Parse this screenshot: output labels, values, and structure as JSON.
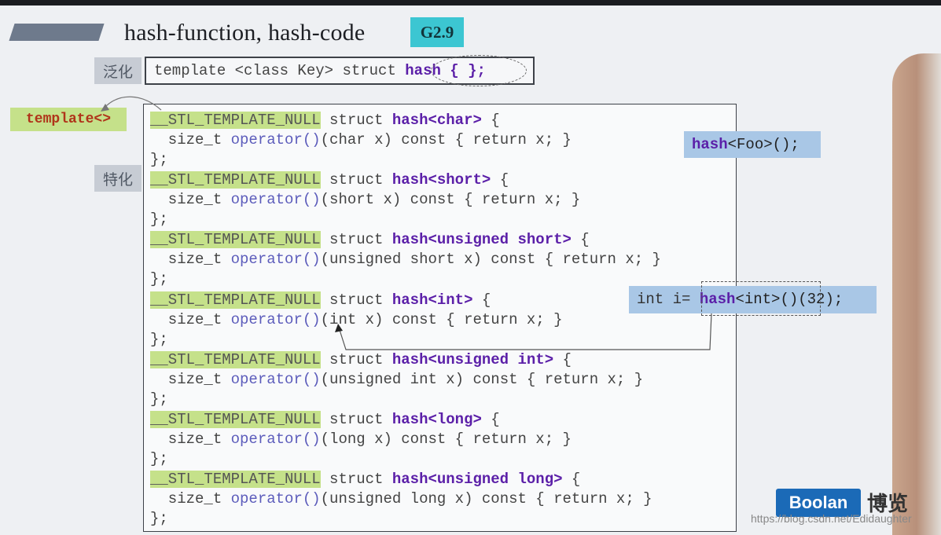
{
  "header": {
    "title": "hash-function, hash-code",
    "badge": "G2.9"
  },
  "labels": {
    "generalization": "泛化",
    "specialization": "特化",
    "template_tag": "template<>"
  },
  "primary_template": {
    "prefix": "template <class Key> struct ",
    "hash_kw": "hash",
    "suffix": " { };"
  },
  "code": {
    "null_macro": "__STL_TEMPLATE_NULL",
    "struct_kw": " struct ",
    "hash_kw": "hash",
    "size_t": "  size_t ",
    "operator_kw": "operator()",
    "close": "};",
    "specializations": [
      {
        "type_decl": "<char>",
        "brace": " {",
        "params": "(char x) const { return x; }"
      },
      {
        "type_decl": "<short>",
        "brace": " {",
        "params": "(short x) const { return x; }"
      },
      {
        "type_decl": "<unsigned short>",
        "brace": " {",
        "params": "(unsigned short x) const { return x; }"
      },
      {
        "type_decl": "<int>",
        "brace": " {",
        "params": "(int x) const { return x; }"
      },
      {
        "type_decl": "<unsigned int>",
        "brace": " {",
        "params": "(unsigned int x) const { return x; }"
      },
      {
        "type_decl": "<long>",
        "brace": " {",
        "params": "(long x) const { return x; }"
      },
      {
        "type_decl": "<unsigned long>",
        "brace": " {",
        "params": "(unsigned long x) const { return x; }"
      }
    ]
  },
  "callouts": {
    "foo_hash": "hash",
    "foo_rest": "<Foo>();",
    "int_prefix": "int i= ",
    "int_hash": "hash",
    "int_rest": "<int>()(32);"
  },
  "branding": {
    "logo": "Boolan",
    "logo_cn": "博览",
    "watermark": "https://blog.csdn.net/Edidaughter"
  }
}
